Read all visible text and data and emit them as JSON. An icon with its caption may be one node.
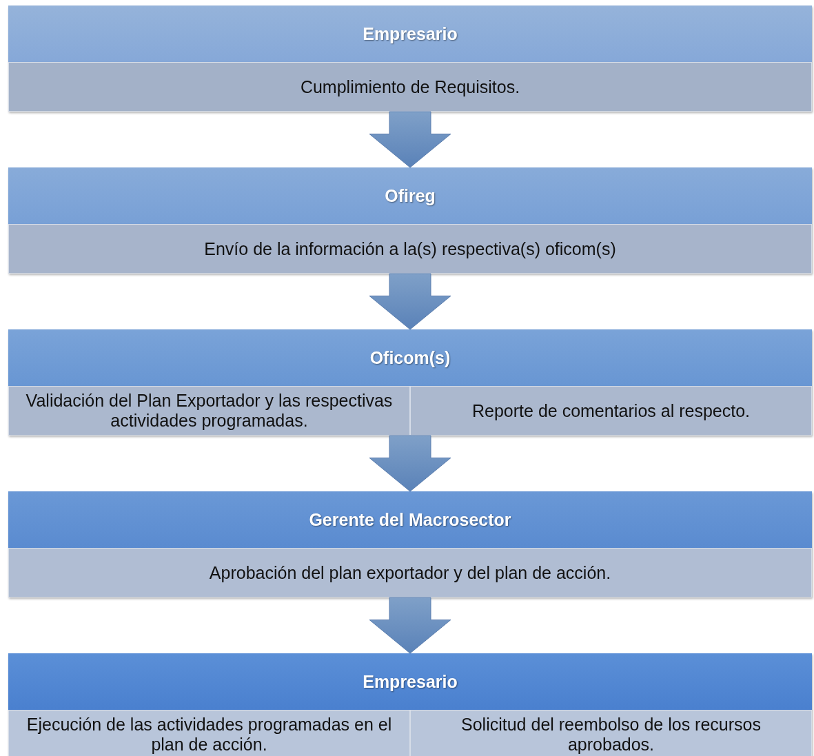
{
  "diagram": {
    "nodes": [
      {
        "text": [
          "Empresario"
        ]
      },
      {
        "text": [
          "Cumplimiento de Requisitos."
        ],
        "in": 0
      },
      {
        "text": [
          "Ofireg"
        ]
      },
      {
        "text": [
          "Envío de la información a la(s) respectiva(s) oficom(s)"
        ],
        "in": 2
      },
      {
        "text": [
          "Oficom(s)"
        ]
      },
      {
        "text": [
          "Validación del Plan Exportador y las respectivas actividades programadas."
        ],
        "in": 4
      },
      {
        "text": [
          "Reporte de comentarios al respecto."
        ],
        "in": 4
      },
      {
        "text": [
          "Gerente del Macrosector"
        ]
      },
      {
        "text": [
          "Aprobación del plan exportador y del plan de acción."
        ],
        "in": 7
      },
      {
        "text": [
          "Empresario"
        ]
      },
      {
        "text": [
          "Ejecución de las actividades programadas en el plan de acción."
        ],
        "in": 9
      },
      {
        "text": [
          "Solicitud del reembolso de los recursos aprobados."
        ],
        "in": 9
      }
    ],
    "edges": [
      {
        "from": 0,
        "to": 2,
        "arrow": "to"
      },
      {
        "from": 2,
        "to": 4,
        "arrow": "to"
      },
      {
        "from": 4,
        "to": 7,
        "arrow": "to"
      },
      {
        "from": 7,
        "to": 9,
        "arrow": "to"
      }
    ]
  }
}
